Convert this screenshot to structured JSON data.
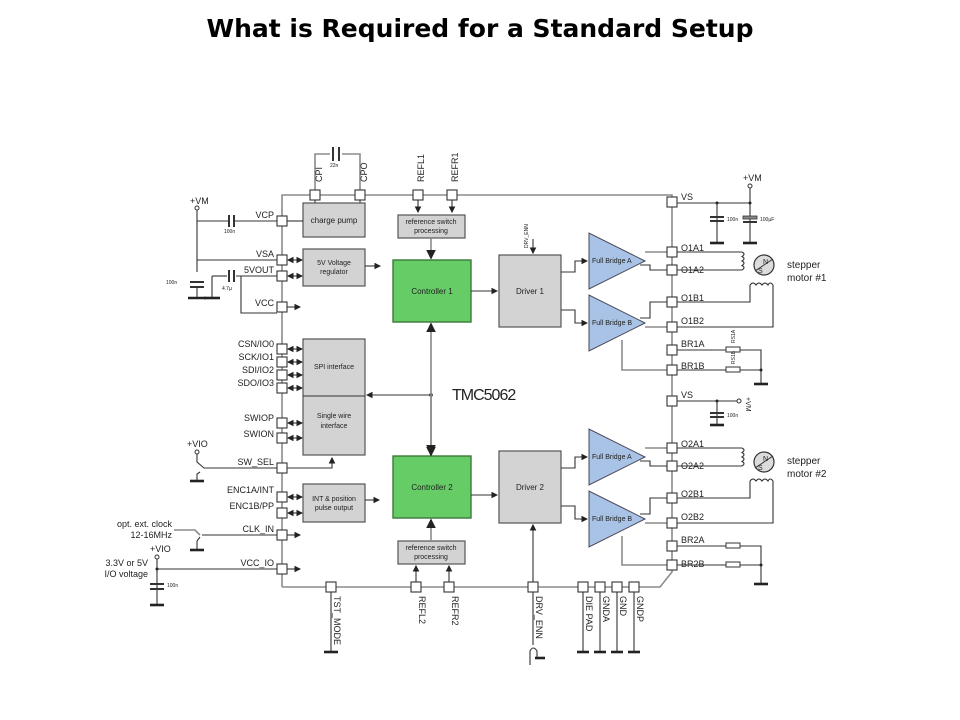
{
  "title": "What is Required for a Standard Setup",
  "chip": "TMC5062",
  "blocks": {
    "charge_pump": "charge pump",
    "regulator_1": "5V Voltage",
    "regulator_2": "regulator",
    "ref_switch_1": "reference switch",
    "ref_switch_2": "processing",
    "spi": "SPI interface",
    "single_wire_1": "Single wire",
    "single_wire_2": "interface",
    "int_pos_1": "INT & position",
    "int_pos_2": "pulse output",
    "controller1": "Controller 1",
    "controller2": "Controller 2",
    "driver1": "Driver 1",
    "driver2": "Driver 2",
    "bridge_a": "Full Bridge A",
    "bridge_b": "Full Bridge B"
  },
  "left_pins": [
    "VCP",
    "VSA",
    "5VOUT",
    "VCC",
    "CSN/IO0",
    "SCK/IO1",
    "SDI/IO2",
    "SDO/IO3",
    "SWIOP",
    "SWION",
    "SW_SEL",
    "ENC1A/INT",
    "ENC1B/PP",
    "CLK_IN",
    "VCC_IO"
  ],
  "top_pins": [
    "CPI",
    "CPO",
    "REFL1",
    "REFR1"
  ],
  "bottom_pins": [
    "TST_MODE",
    "REFL2",
    "REFR2",
    "DRV_ENN",
    "DIE PAD",
    "GNDA",
    "GND",
    "GNDP"
  ],
  "right_pins": [
    "VS",
    "O1A1",
    "O1A2",
    "O1B1",
    "O1B2",
    "BR1A",
    "BR1B",
    "VS",
    "O2A1",
    "O2A2",
    "O2B1",
    "O2B2",
    "BR2A",
    "BR2B"
  ],
  "components": {
    "cap_cp": "22n",
    "cap_vcp": "100n",
    "cap_vsa": "100n",
    "cap_5vout": "4.7µ",
    "cap_vs1": "100n",
    "cap_bulk": "100µF",
    "cap_vs2": "100n",
    "cap_vio": "100n",
    "rsense_a": "RS1A",
    "rsense_b": "RS1B",
    "drv_enn_small": "DRV_ENN"
  },
  "supplies": {
    "vm": "+VM",
    "vio": "+VIO",
    "vm_right": "+VM"
  },
  "annotations": {
    "motor1_1": "stepper",
    "motor1_2": "motor #1",
    "motor2_1": "stepper",
    "motor2_2": "motor #2",
    "clock_1": "opt. ext. clock",
    "clock_2": "12-16MHz",
    "io_1": "3.3V or 5V",
    "io_2": "I/O voltage",
    "north": "N",
    "south": "S"
  }
}
